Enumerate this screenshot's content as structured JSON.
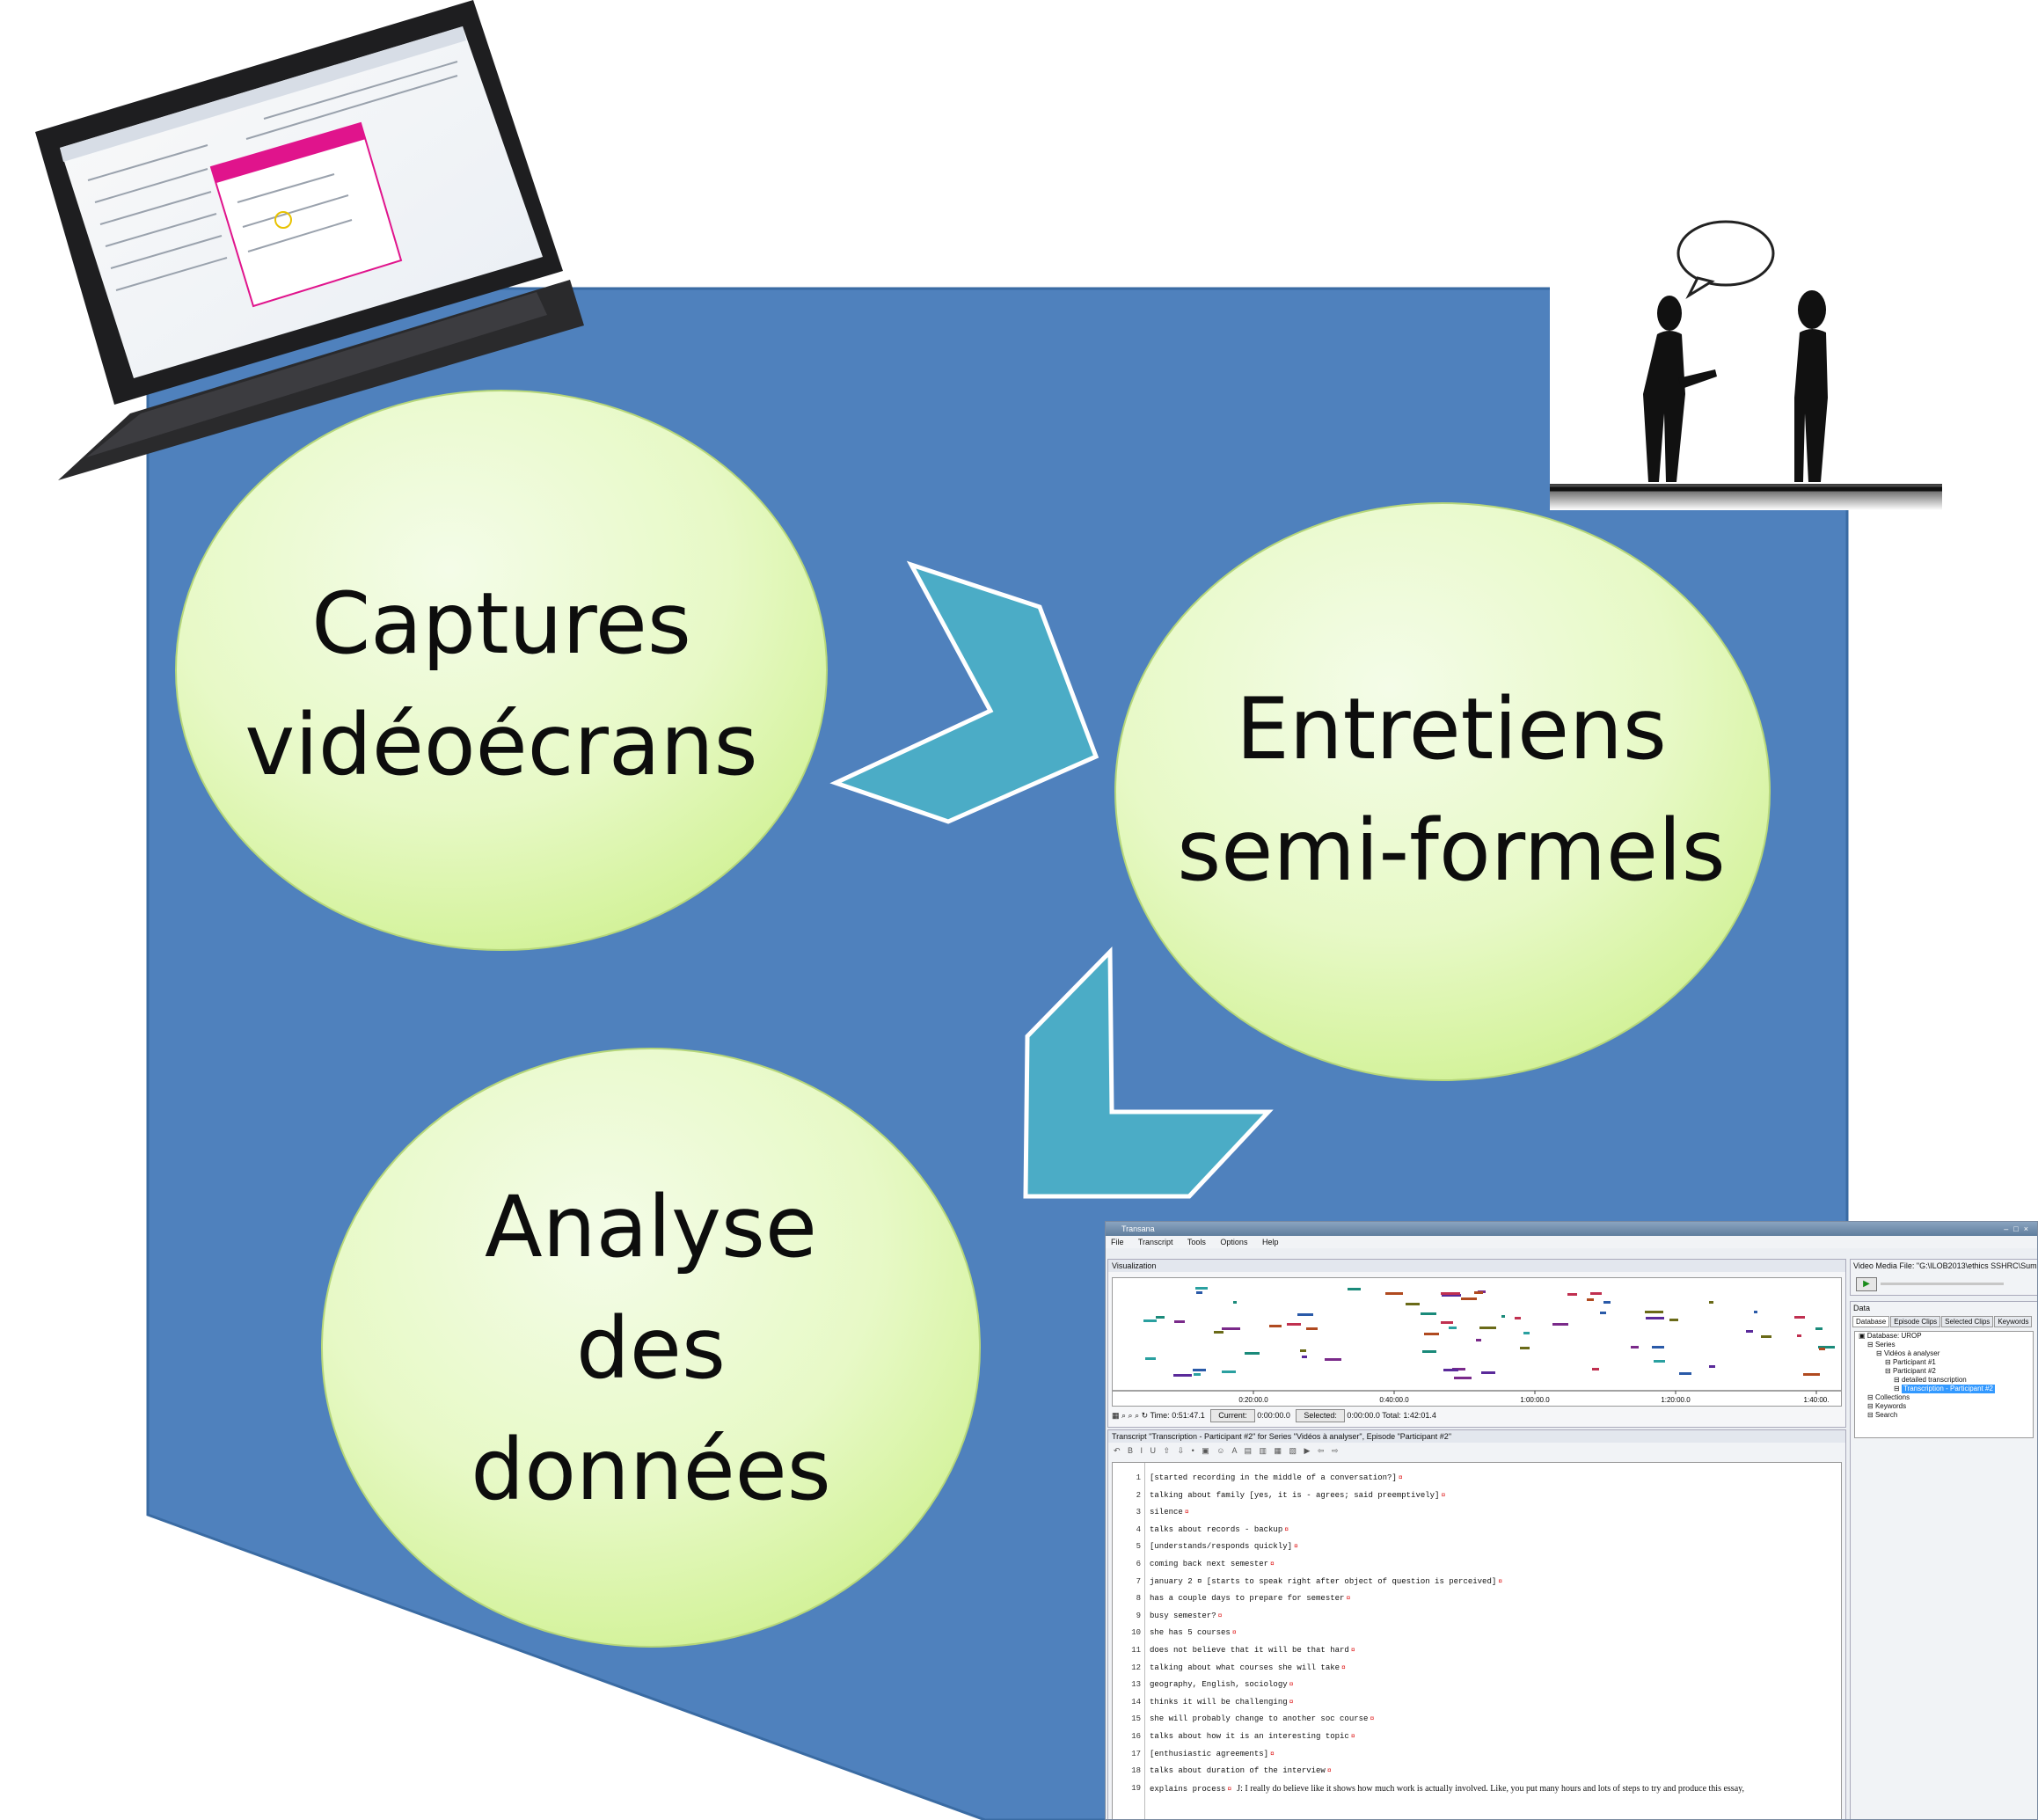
{
  "diagram": {
    "steps": [
      {
        "id": "captures",
        "lines": [
          "Captures",
          "vidéoécrans"
        ]
      },
      {
        "id": "entretiens",
        "lines": [
          "Entretiens",
          "semi-formels"
        ]
      },
      {
        "id": "analyse",
        "lines": [
          "Analyse",
          "des",
          "données"
        ]
      }
    ],
    "colors": {
      "background_shape": "#4f81bd",
      "bubble_light": "#f1fbe2",
      "bubble_dark": "#cdf08c",
      "arrow": "#4bacc6",
      "arrow_outline": "#ffffff",
      "text": "#0d0d0d"
    }
  },
  "images": {
    "laptop": {
      "icon": "laptop-with-document-icon"
    },
    "interview": {
      "icon": "two-people-talking-icon"
    }
  },
  "transana": {
    "window_title": "Transana",
    "menu": [
      "File",
      "Transcript",
      "Tools",
      "Options",
      "Help"
    ],
    "visualization": {
      "title": "Visualization",
      "time_ticks": [
        "0:20:00.0",
        "0:40:00.0",
        "1:00:00.0",
        "1:20:00.0",
        "1:40:00."
      ],
      "time_label": "Time:",
      "time_value": "0:51:47.1",
      "current_label": "Current:",
      "current_value": "0:00:00.0",
      "selected_label": "Selected:",
      "selected_value": "0:00:00.0",
      "total_label": "Total:",
      "total_value": "1:42:01.4"
    },
    "media": {
      "title": "Video Media File: \"G:\\ILOB2013\\ethics SSHRC\\Sum..."
    },
    "data_panel": {
      "title": "Data",
      "tabs": [
        "Database",
        "Episode Clips",
        "Selected Clips",
        "Keywords"
      ],
      "tree": [
        {
          "label": "Database: UROP",
          "depth": 0,
          "highlight": false
        },
        {
          "label": "Series",
          "depth": 1,
          "highlight": false
        },
        {
          "label": "Vidéos à analyser",
          "depth": 2,
          "highlight": false
        },
        {
          "label": "Participant #1",
          "depth": 3,
          "highlight": false
        },
        {
          "label": "Participant #2",
          "depth": 3,
          "highlight": false
        },
        {
          "label": "detailed transcription",
          "depth": 4,
          "highlight": false
        },
        {
          "label": "Transcription - Participant #2",
          "depth": 4,
          "highlight": true
        },
        {
          "label": "Collections",
          "depth": 1,
          "highlight": false
        },
        {
          "label": "Keywords",
          "depth": 1,
          "highlight": false
        },
        {
          "label": "Search",
          "depth": 1,
          "highlight": false
        }
      ]
    },
    "transcript": {
      "title": "Transcript \"Transcription - Participant #2\" for Series \"Vidéos à analyser\", Episode \"Participant #2\"",
      "lines": [
        {
          "n": "1",
          "text": "[started recording in the middle of a conversation?]",
          "extra": ""
        },
        {
          "n": "2",
          "text": "talking about family [yes, it is - agrees; said preemptively]",
          "extra": ""
        },
        {
          "n": "3",
          "text": "silence",
          "extra": ""
        },
        {
          "n": "4",
          "text": "talks about records - backup",
          "extra": ""
        },
        {
          "n": "5",
          "text": "[understands/responds quickly]",
          "extra": ""
        },
        {
          "n": "6",
          "text": "coming back next semester",
          "extra": ""
        },
        {
          "n": "7",
          "text": "january 2 ¤ [starts to speak right after object of question is perceived]",
          "extra": ""
        },
        {
          "n": "8",
          "text": "has a couple days to prepare for semester",
          "extra": ""
        },
        {
          "n": "9",
          "text": "busy semester?",
          "extra": ""
        },
        {
          "n": "10",
          "text": "she has 5 courses",
          "extra": ""
        },
        {
          "n": "11",
          "text": "does not believe that it will be that hard",
          "extra": ""
        },
        {
          "n": "12",
          "text": "talking about what courses she will take",
          "extra": ""
        },
        {
          "n": "13",
          "text": "geography, English, sociology",
          "extra": ""
        },
        {
          "n": "14",
          "text": "thinks it will be challenging",
          "extra": ""
        },
        {
          "n": "15",
          "text": "she will probably change to another soc course",
          "extra": ""
        },
        {
          "n": "16",
          "text": "talks about how it is an interesting topic",
          "extra": ""
        },
        {
          "n": "17",
          "text": "[enthusiastic agreements]",
          "extra": ""
        },
        {
          "n": "18",
          "text": "talks about duration of the interview",
          "extra": ""
        },
        {
          "n": "19",
          "text": "explains process",
          "extra": "J: I really do believe like it shows how much work is actually involved. Like, you put many hours and lots of steps to try and produce this essay,"
        }
      ]
    }
  }
}
